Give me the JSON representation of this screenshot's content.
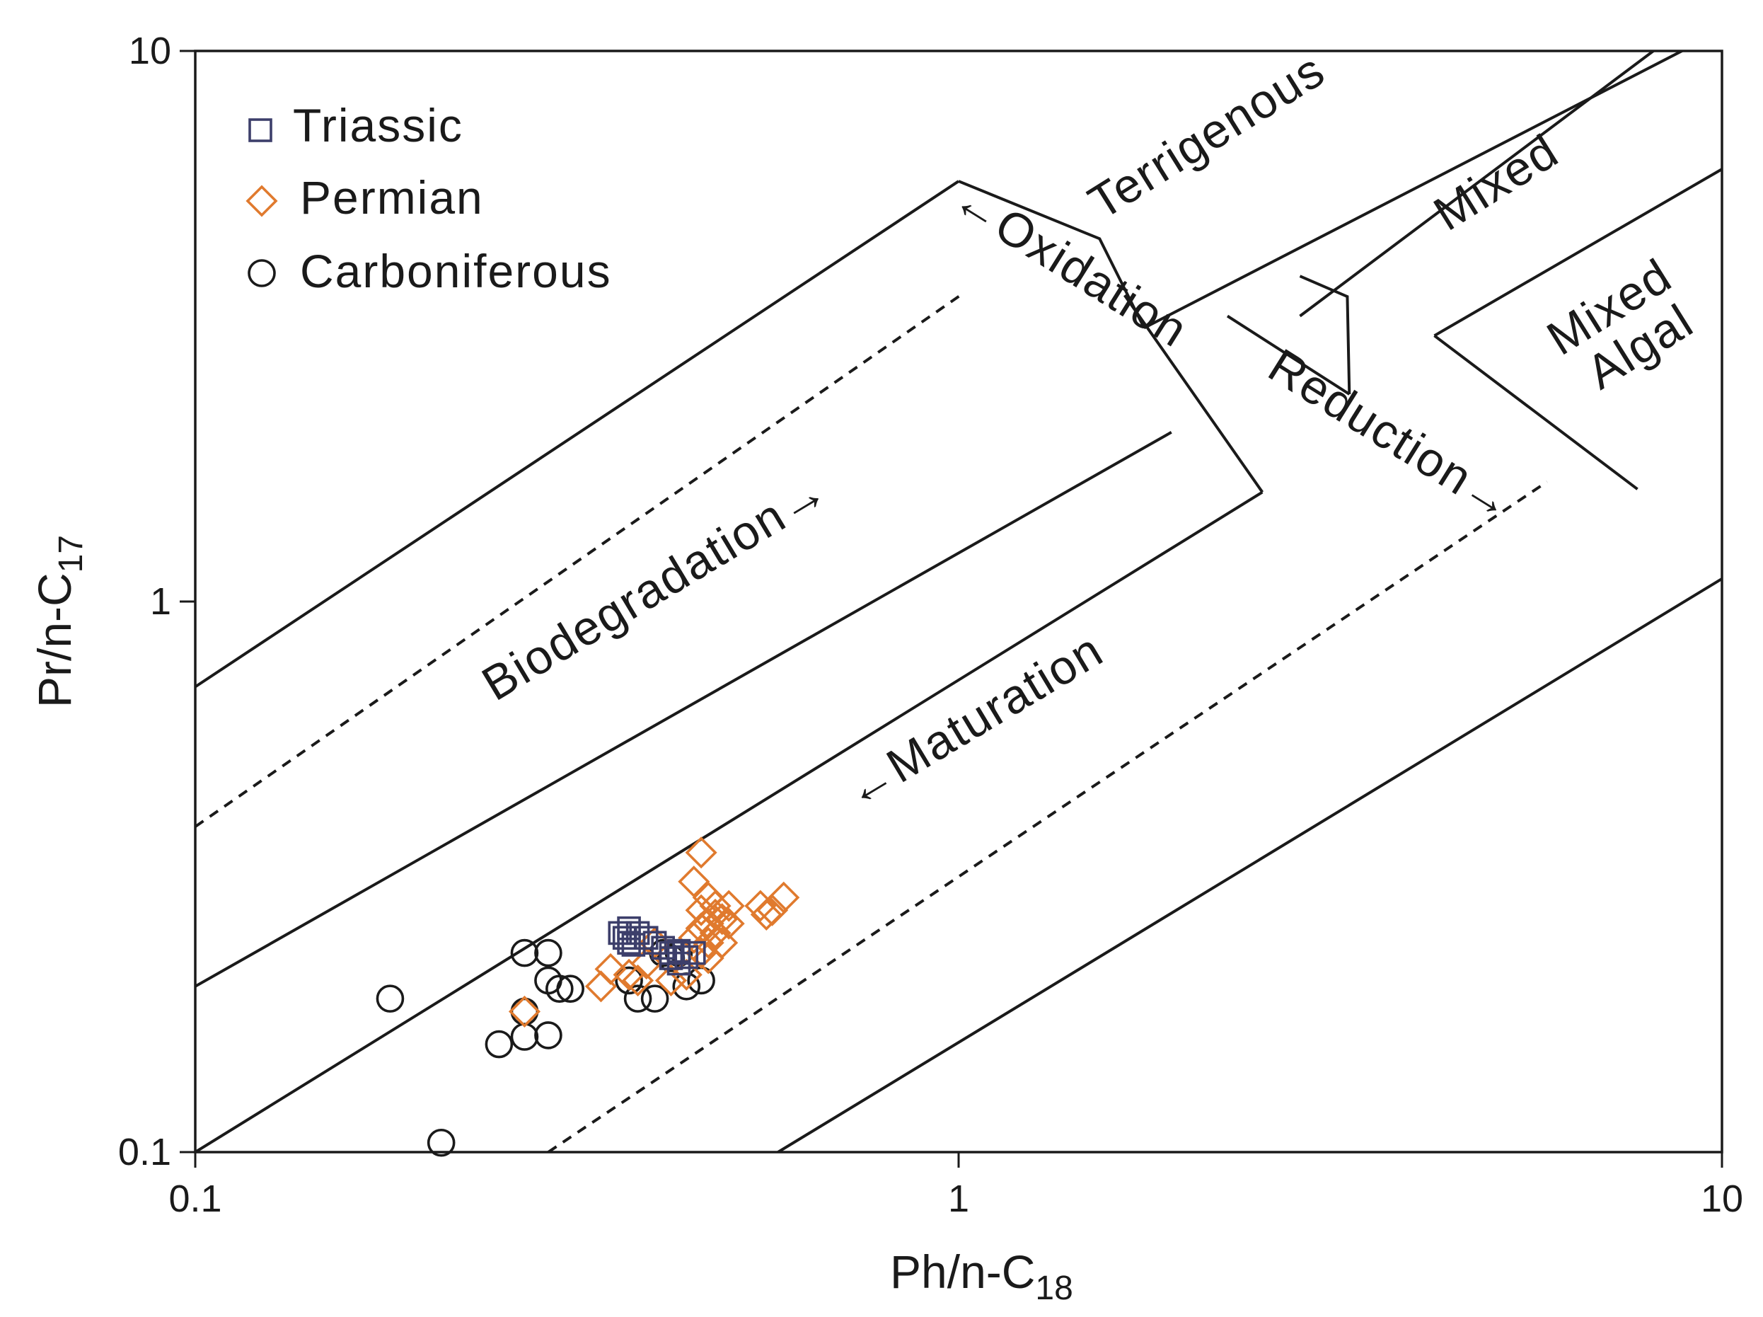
{
  "chart_data": {
    "type": "scatter",
    "x_scale": "log",
    "y_scale": "log",
    "xlim": [
      0.1,
      10
    ],
    "ylim": [
      0.1,
      10
    ],
    "x_ticks": [
      0.1,
      1,
      10
    ],
    "y_ticks": [
      0.1,
      1,
      10
    ],
    "x_tick_labels": [
      "0.1",
      "1",
      "10"
    ],
    "y_tick_labels": [
      "0.1",
      "1",
      "10"
    ],
    "xlabel": "Ph/n-C",
    "xlabel_sub": "18",
    "ylabel": "Pr/n-C",
    "ylabel_sub": "17",
    "grid": false,
    "legend_position": "top-left",
    "zone_labels": {
      "terrigenous": "Terrigenous",
      "mixed": "Mixed",
      "mixed_algal_1": "Mixed",
      "mixed_algal_2": "Algal",
      "oxidation": "←Oxidation",
      "reduction": "Reduction→",
      "biodegradation": "Biodegradation→",
      "maturation": "←Maturation"
    },
    "series": [
      {
        "name": "Triassic",
        "marker": "square",
        "color": "#3d3f6b",
        "points": [
          [
            0.36,
            0.25
          ],
          [
            0.37,
            0.255
          ],
          [
            0.365,
            0.245
          ],
          [
            0.38,
            0.25
          ],
          [
            0.39,
            0.245
          ],
          [
            0.37,
            0.24
          ],
          [
            0.375,
            0.238
          ],
          [
            0.4,
            0.24
          ],
          [
            0.41,
            0.235
          ],
          [
            0.42,
            0.23
          ],
          [
            0.43,
            0.232
          ],
          [
            0.44,
            0.226
          ],
          [
            0.45,
            0.23
          ],
          [
            0.42,
            0.225
          ],
          [
            0.43,
            0.22
          ]
        ]
      },
      {
        "name": "Permian",
        "marker": "diamond",
        "color": "#e07a2e",
        "points": [
          [
            0.46,
            0.35
          ],
          [
            0.45,
            0.31
          ],
          [
            0.47,
            0.29
          ],
          [
            0.48,
            0.28
          ],
          [
            0.5,
            0.28
          ],
          [
            0.46,
            0.275
          ],
          [
            0.48,
            0.27
          ],
          [
            0.49,
            0.265
          ],
          [
            0.47,
            0.26
          ],
          [
            0.5,
            0.26
          ],
          [
            0.46,
            0.255
          ],
          [
            0.48,
            0.25
          ],
          [
            0.45,
            0.245
          ],
          [
            0.47,
            0.24
          ],
          [
            0.49,
            0.24
          ],
          [
            0.46,
            0.23
          ],
          [
            0.47,
            0.225
          ],
          [
            0.55,
            0.28
          ],
          [
            0.57,
            0.275
          ],
          [
            0.56,
            0.27
          ],
          [
            0.59,
            0.29
          ],
          [
            0.44,
            0.21
          ],
          [
            0.42,
            0.205
          ],
          [
            0.4,
            0.24
          ],
          [
            0.39,
            0.22
          ],
          [
            0.38,
            0.205
          ],
          [
            0.37,
            0.21
          ],
          [
            0.35,
            0.215
          ],
          [
            0.34,
            0.2
          ],
          [
            0.27,
            0.18
          ]
        ]
      },
      {
        "name": "Carboniferous",
        "marker": "circle",
        "color": "#1a1a1a",
        "points": [
          [
            0.18,
            0.19
          ],
          [
            0.21,
            0.104
          ],
          [
            0.27,
            0.18
          ],
          [
            0.25,
            0.157
          ],
          [
            0.27,
            0.162
          ],
          [
            0.29,
            0.163
          ],
          [
            0.27,
            0.23
          ],
          [
            0.29,
            0.23
          ],
          [
            0.29,
            0.205
          ],
          [
            0.3,
            0.198
          ],
          [
            0.31,
            0.198
          ],
          [
            0.37,
            0.205
          ],
          [
            0.38,
            0.19
          ],
          [
            0.4,
            0.19
          ],
          [
            0.41,
            0.23
          ],
          [
            0.42,
            0.225
          ],
          [
            0.43,
            0.23
          ],
          [
            0.44,
            0.2
          ],
          [
            0.46,
            0.205
          ]
        ]
      }
    ]
  }
}
